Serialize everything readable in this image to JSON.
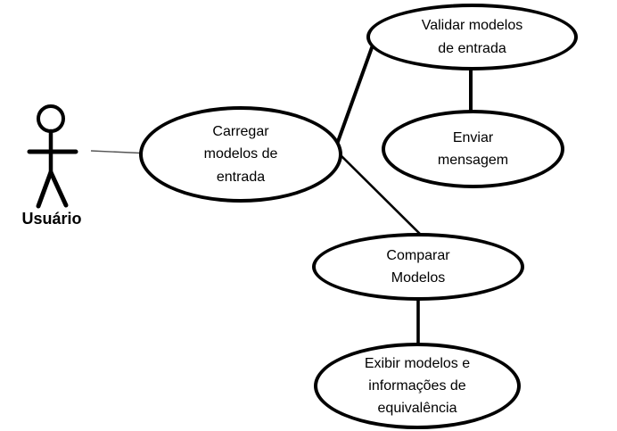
{
  "diagram": {
    "type": "uml-use-case-diagram",
    "background_color": "#ffffff",
    "stroke_color": "#000000",
    "actor": {
      "label": "Usuário"
    },
    "use_cases": {
      "validar": {
        "label": "Validar modelos\nde entrada"
      },
      "enviar": {
        "label": "Enviar\nmensagem"
      },
      "carregar": {
        "label": "Carregar\nmodelos de\nentrada"
      },
      "comparar": {
        "label": "Comparar\nModelos"
      },
      "exibir": {
        "label": "Exibir modelos e\ninformações de\nequivalência"
      }
    },
    "associations": [
      {
        "from": "Usuário",
        "to": "Carregar modelos de entrada"
      },
      {
        "from": "Carregar modelos de entrada",
        "to": "Validar modelos de entrada"
      },
      {
        "from": "Carregar modelos de entrada",
        "to": "Comparar Modelos"
      },
      {
        "from": "Validar modelos de entrada",
        "to": "Enviar mensagem"
      },
      {
        "from": "Comparar Modelos",
        "to": "Exibir modelos e informações de equivalência"
      }
    ]
  }
}
